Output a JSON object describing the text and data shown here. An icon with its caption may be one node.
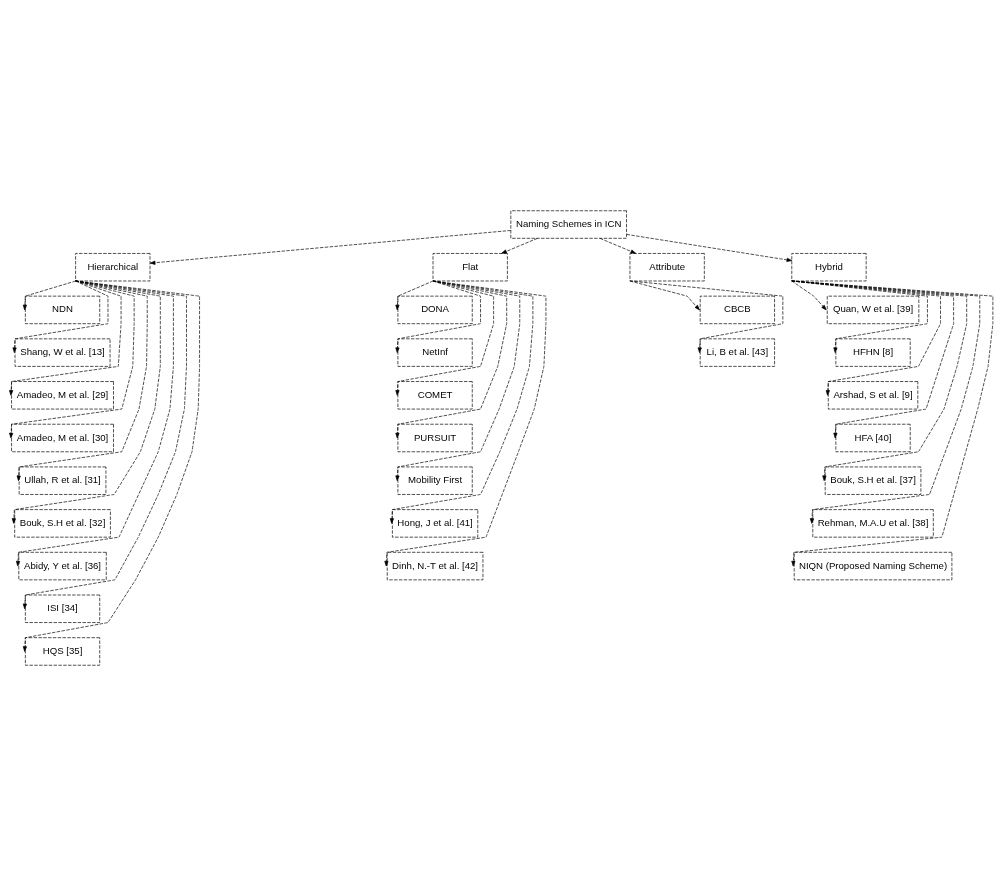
{
  "diagram": {
    "nodes": [
      {
        "text": [
          "Naming Schemes in ICN"
        ]
      },
      {
        "text": [
          "Hierarchical"
        ]
      },
      {
        "text": [
          "Flat"
        ]
      },
      {
        "text": [
          "Attribute"
        ]
      },
      {
        "text": [
          "Hybrid"
        ]
      },
      {
        "text": [
          "NDN"
        ]
      },
      {
        "text": [
          "Shang, W et al. [13]"
        ]
      },
      {
        "text": [
          "Amadeo, M et al. [29]"
        ]
      },
      {
        "text": [
          "Amadeo, M et al. [30]"
        ]
      },
      {
        "text": [
          "Ullah, R et al. [31]"
        ]
      },
      {
        "text": [
          "Bouk, S.H et al. [32]"
        ]
      },
      {
        "text": [
          "Abidy, Y et al. [36]"
        ]
      },
      {
        "text": [
          "ISI [34]"
        ]
      },
      {
        "text": [
          "HQS [35]"
        ]
      },
      {
        "text": [
          "DONA"
        ]
      },
      {
        "text": [
          "NetInf"
        ]
      },
      {
        "text": [
          "COMET"
        ]
      },
      {
        "text": [
          "PURSUIT"
        ]
      },
      {
        "text": [
          "Mobility First"
        ]
      },
      {
        "text": [
          "Hong, J et al. [41]"
        ]
      },
      {
        "text": [
          "Dinh, N.-T et al. [42]"
        ]
      },
      {
        "text": [
          "CBCB"
        ]
      },
      {
        "text": [
          "Li, B et al. [43]"
        ]
      },
      {
        "text": [
          "Quan, W et al. [39]"
        ]
      },
      {
        "text": [
          "HFHN [8]"
        ]
      },
      {
        "text": [
          "Arshad, S et al. [9]"
        ]
      },
      {
        "text": [
          "HFA [40]"
        ]
      },
      {
        "text": [
          "Bouk, S.H et al. [37]"
        ]
      },
      {
        "text": [
          "Rehman, M.A.U et al. [38]"
        ]
      },
      {
        "text": [
          "NIQN (Proposed Naming Scheme)"
        ]
      }
    ],
    "edges": [
      {
        "from": 0,
        "to": 1,
        "arrow": "to",
        "style": "dashed"
      },
      {
        "from": 0,
        "to": 2,
        "arrow": "to",
        "style": "dashed"
      },
      {
        "from": 0,
        "to": 3,
        "arrow": "to",
        "style": "dashed"
      },
      {
        "from": 0,
        "to": 4,
        "arrow": "to",
        "style": "dashed"
      },
      {
        "from": 1,
        "to": 5,
        "arrow": "to",
        "style": "dashed"
      },
      {
        "from": 1,
        "to": 6,
        "arrow": "to",
        "style": "dashed"
      },
      {
        "from": 1,
        "to": 7,
        "arrow": "to",
        "style": "dashed"
      },
      {
        "from": 1,
        "to": 8,
        "arrow": "to",
        "style": "dashed"
      },
      {
        "from": 1,
        "to": 9,
        "arrow": "to",
        "style": "dashed"
      },
      {
        "from": 1,
        "to": 10,
        "arrow": "to",
        "style": "dashed"
      },
      {
        "from": 1,
        "to": 11,
        "arrow": "to",
        "style": "dashed"
      },
      {
        "from": 1,
        "to": 12,
        "arrow": "to",
        "style": "dashed"
      },
      {
        "from": 1,
        "to": 13,
        "arrow": "to",
        "style": "dashed"
      },
      {
        "from": 2,
        "to": 14,
        "arrow": "to",
        "style": "dashed"
      },
      {
        "from": 2,
        "to": 15,
        "arrow": "to",
        "style": "dashed"
      },
      {
        "from": 2,
        "to": 16,
        "arrow": "to",
        "style": "dashed"
      },
      {
        "from": 2,
        "to": 17,
        "arrow": "to",
        "style": "dashed"
      },
      {
        "from": 2,
        "to": 18,
        "arrow": "to",
        "style": "dashed"
      },
      {
        "from": 2,
        "to": 19,
        "arrow": "to",
        "style": "dashed"
      },
      {
        "from": 2,
        "to": 20,
        "arrow": "to",
        "style": "dashed"
      },
      {
        "from": 3,
        "to": 21,
        "arrow": "to",
        "style": "dashed"
      },
      {
        "from": 3,
        "to": 22,
        "arrow": "to",
        "style": "dashed"
      },
      {
        "from": 4,
        "to": 23,
        "arrow": "to",
        "style": "dashed"
      },
      {
        "from": 4,
        "to": 24,
        "arrow": "to",
        "style": "dashed"
      },
      {
        "from": 4,
        "to": 25,
        "arrow": "to",
        "style": "dashed"
      },
      {
        "from": 4,
        "to": 26,
        "arrow": "to",
        "style": "dashed"
      },
      {
        "from": 4,
        "to": 27,
        "arrow": "to",
        "style": "dashed"
      },
      {
        "from": 4,
        "to": 28,
        "arrow": "to",
        "style": "dashed"
      },
      {
        "from": 4,
        "to": 29,
        "arrow": "to",
        "style": "dashed"
      }
    ]
  }
}
